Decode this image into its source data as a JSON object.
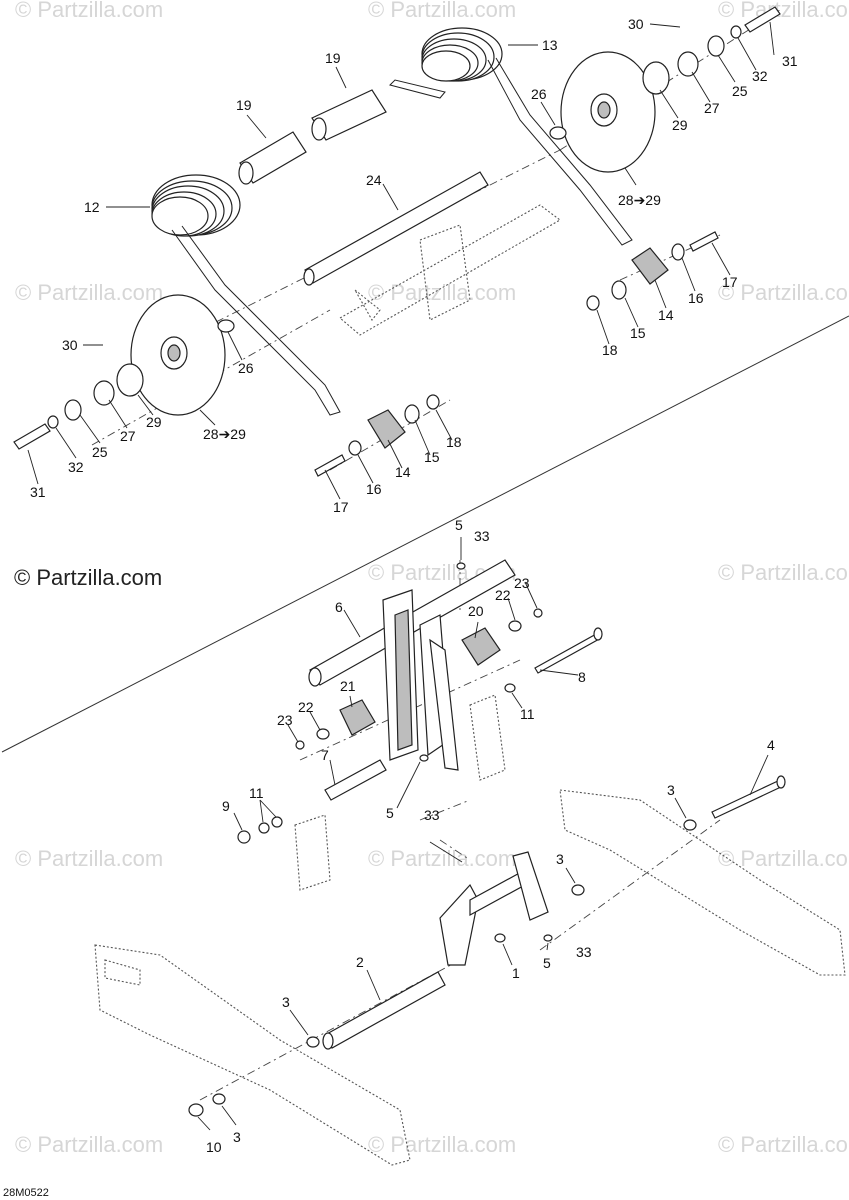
{
  "watermark": "© Partzilla.com",
  "drawing_code": "28M0522",
  "callouts": [
    "12",
    "19",
    "19",
    "13",
    "30",
    "31",
    "32",
    "25",
    "27",
    "29",
    "26",
    "28➔29",
    "24",
    "17",
    "16",
    "14",
    "15",
    "18",
    "30",
    "26",
    "29",
    "27",
    "25",
    "32",
    "31",
    "28➔29",
    "18",
    "15",
    "14",
    "16",
    "17",
    "5",
    "33",
    "6",
    "22",
    "23",
    "20",
    "8",
    "21",
    "22",
    "23",
    "11",
    "7",
    "9",
    "11",
    "5",
    "33",
    "4",
    "3",
    "3",
    "2",
    "1",
    "5",
    "33",
    "3",
    "10",
    "3"
  ]
}
